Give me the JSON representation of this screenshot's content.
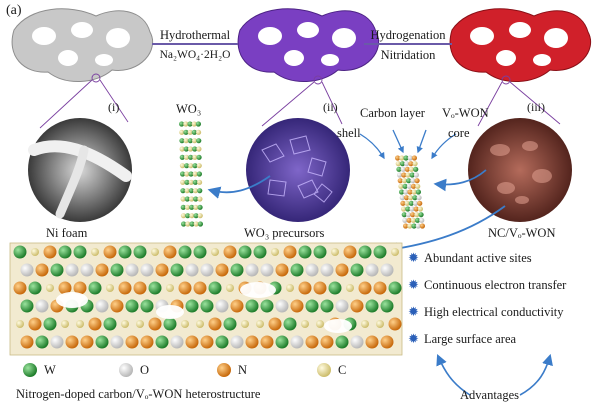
{
  "panel_label": "(a)",
  "steps": {
    "step1_top": "Hydrothermal",
    "step1_bottom": "Na₂WO₄·2H₂O",
    "step2_top": "Hydrogenation",
    "step2_bottom": "Nitridation"
  },
  "stages": {
    "i": "(i)",
    "ii": "(ii)",
    "iii": "(iii)"
  },
  "samples": {
    "ni_foam": "Ni foam",
    "wo3": "WO₃",
    "wo3_precursors": "WO₃ precursors",
    "nc_won": "NC/Vₒ-WON"
  },
  "coreshell": {
    "carbon_layer": "Carbon layer",
    "vo_won": "Vₒ-WON",
    "shell": "shell",
    "core": "core"
  },
  "advantages": {
    "items": [
      "Abundant active sites",
      "Continuous electron transfer",
      "High electrical conductivity",
      "Large surface area"
    ],
    "title": "Advantages"
  },
  "legend": [
    {
      "symbol": "W",
      "color": "#2e9b3a"
    },
    {
      "symbol": "O",
      "color": "#eeeeee"
    },
    {
      "symbol": "N",
      "color": "#e98a1c"
    },
    {
      "symbol": "C",
      "color": "#efe3a2"
    }
  ],
  "heterostructure_caption": "Nitrogen-doped carbon/Vₒ-WON heterostructure",
  "colors": {
    "ni_foam": "#c8c8c8",
    "wo3_foam": "#7a3fc2",
    "won_foam": "#d0202a",
    "arrow": "#3b7cc9",
    "guide_line": "#7a3fa0"
  }
}
